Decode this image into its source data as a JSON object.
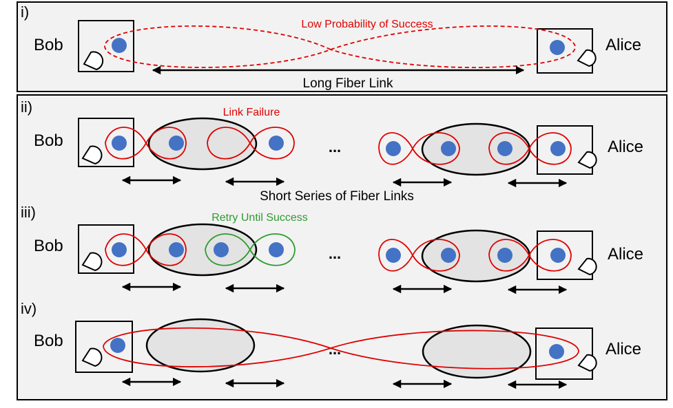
{
  "colors": {
    "panel_bg": "#f2f2f2",
    "oval_fill": "#e3e3e3",
    "qubit": "#4472c4",
    "entangle": "#e00000",
    "entangle_light": "#ff5a5a",
    "retry": "#2e9a2e",
    "stroke": "#000000"
  },
  "icons": {
    "qubit": "blue-dot-icon",
    "detector": "d-shaped-detector-icon"
  },
  "panel_i": {
    "label": "i)",
    "left_node": "Bob",
    "right_node": "Alice",
    "annotation": "Low Probability of Success",
    "caption": "Long Fiber Link"
  },
  "panel_ii": {
    "label": "ii)",
    "left_node": "Bob",
    "right_node": "Alice",
    "annotation": "Link Failure",
    "ellipsis": "...",
    "caption": "Short Series of Fiber Links"
  },
  "panel_iii": {
    "label": "iii)",
    "left_node": "Bob",
    "right_node": "Alice",
    "annotation": "Retry Until Success",
    "ellipsis": "..."
  },
  "panel_iv": {
    "label": "iv)",
    "left_node": "Bob",
    "right_node": "Alice",
    "ellipsis": "..."
  }
}
